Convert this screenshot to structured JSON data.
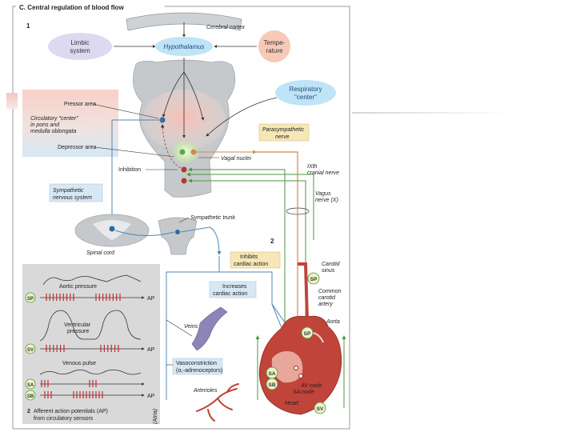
{
  "figure": {
    "title": "C. Central regulation of blood flow",
    "panel1": "1",
    "panel2": "2",
    "panel2_caption_num": "2",
    "panel2_caption_l1": "Afferent action potentials (AP)",
    "panel2_caption_l2": "from circulatory sensors"
  },
  "brain": {
    "cerebral_cortex": "Cerebral cortex",
    "limbic_l1": "Limbic",
    "limbic_l2": "system",
    "hypothalamus": "Hypothalamus",
    "temp_l1": "Tempe-",
    "temp_l2": "rature",
    "resp_l1": "Respiratory",
    "resp_l2": "\"center\"",
    "pressor_area": "Pressor area",
    "circ_center_l1": "Circulatory \"center\"",
    "circ_center_l2": "in pons and",
    "circ_center_l3": "medulla oblongata",
    "depressor_area": "Depressor area",
    "inhibition": "Inhibition",
    "vagal_nuclei": "Vagal nuclei",
    "para_l1": "Parasympathetic",
    "para_l2": "nerve",
    "ixth_l1": "IXth",
    "ixth_l2": "cranial nerve",
    "symp_l1": "Sympathetic",
    "symp_l2": "nervous system",
    "vagus_l1": "Vagus",
    "vagus_l2": "nerve (X)",
    "spinal_cord": "Spinal cord",
    "sympathetic_trunk": "Sympathetic trunk"
  },
  "heart": {
    "inhibits_l1": "Inhibits",
    "inhibits_l2": "cardiac action",
    "increases_l1": "Increases",
    "increases_l2": "cardiac action",
    "carotid_l1": "Carotid",
    "carotid_l2": "sinus",
    "common_l1": "Common",
    "common_l2": "carotid",
    "common_l3": "artery",
    "aorta": "Aorta",
    "veins": "Veins",
    "vaso_l1": "Vasoconstriction",
    "vaso_l2": "(α₁-adrenoceptors)",
    "arterioles": "Arterioles",
    "av_node": "AV node",
    "sa_node": "SA node",
    "heart": "Heart",
    "sp": "SP",
    "sa": "SA",
    "sb": "SB",
    "sv": "SV"
  },
  "afferent": {
    "aortic": "Aortic pressure",
    "ventricular_l1": "Ventricular",
    "ventricular_l2": "pressure",
    "venous": "Venous pulse",
    "ap": "AP",
    "atria": "(Atria)",
    "sp": "SP",
    "sv": "SV",
    "sa": "SA",
    "sb": "SB"
  },
  "colors": {
    "frame": "#9a9a9a",
    "brain_gray": "#c6c9cc",
    "pressor_pink": "#f8cfc8",
    "depressor_blue": "#d7e8f5",
    "hypothalamus_blue": "#bfe3f7",
    "limbic_lavender": "#dcdaf0",
    "temperature_peach": "#f7c9b6",
    "sympathetic_blue": "#4c87b8",
    "parasympathetic_orange": "#d18a45",
    "afferent_green": "#4a9a3c",
    "heart_red": "#c0443a",
    "label_yellow": "#f6e7b8",
    "panel_gray": "#d9d9d9",
    "ap_red": "#c12a2a"
  }
}
